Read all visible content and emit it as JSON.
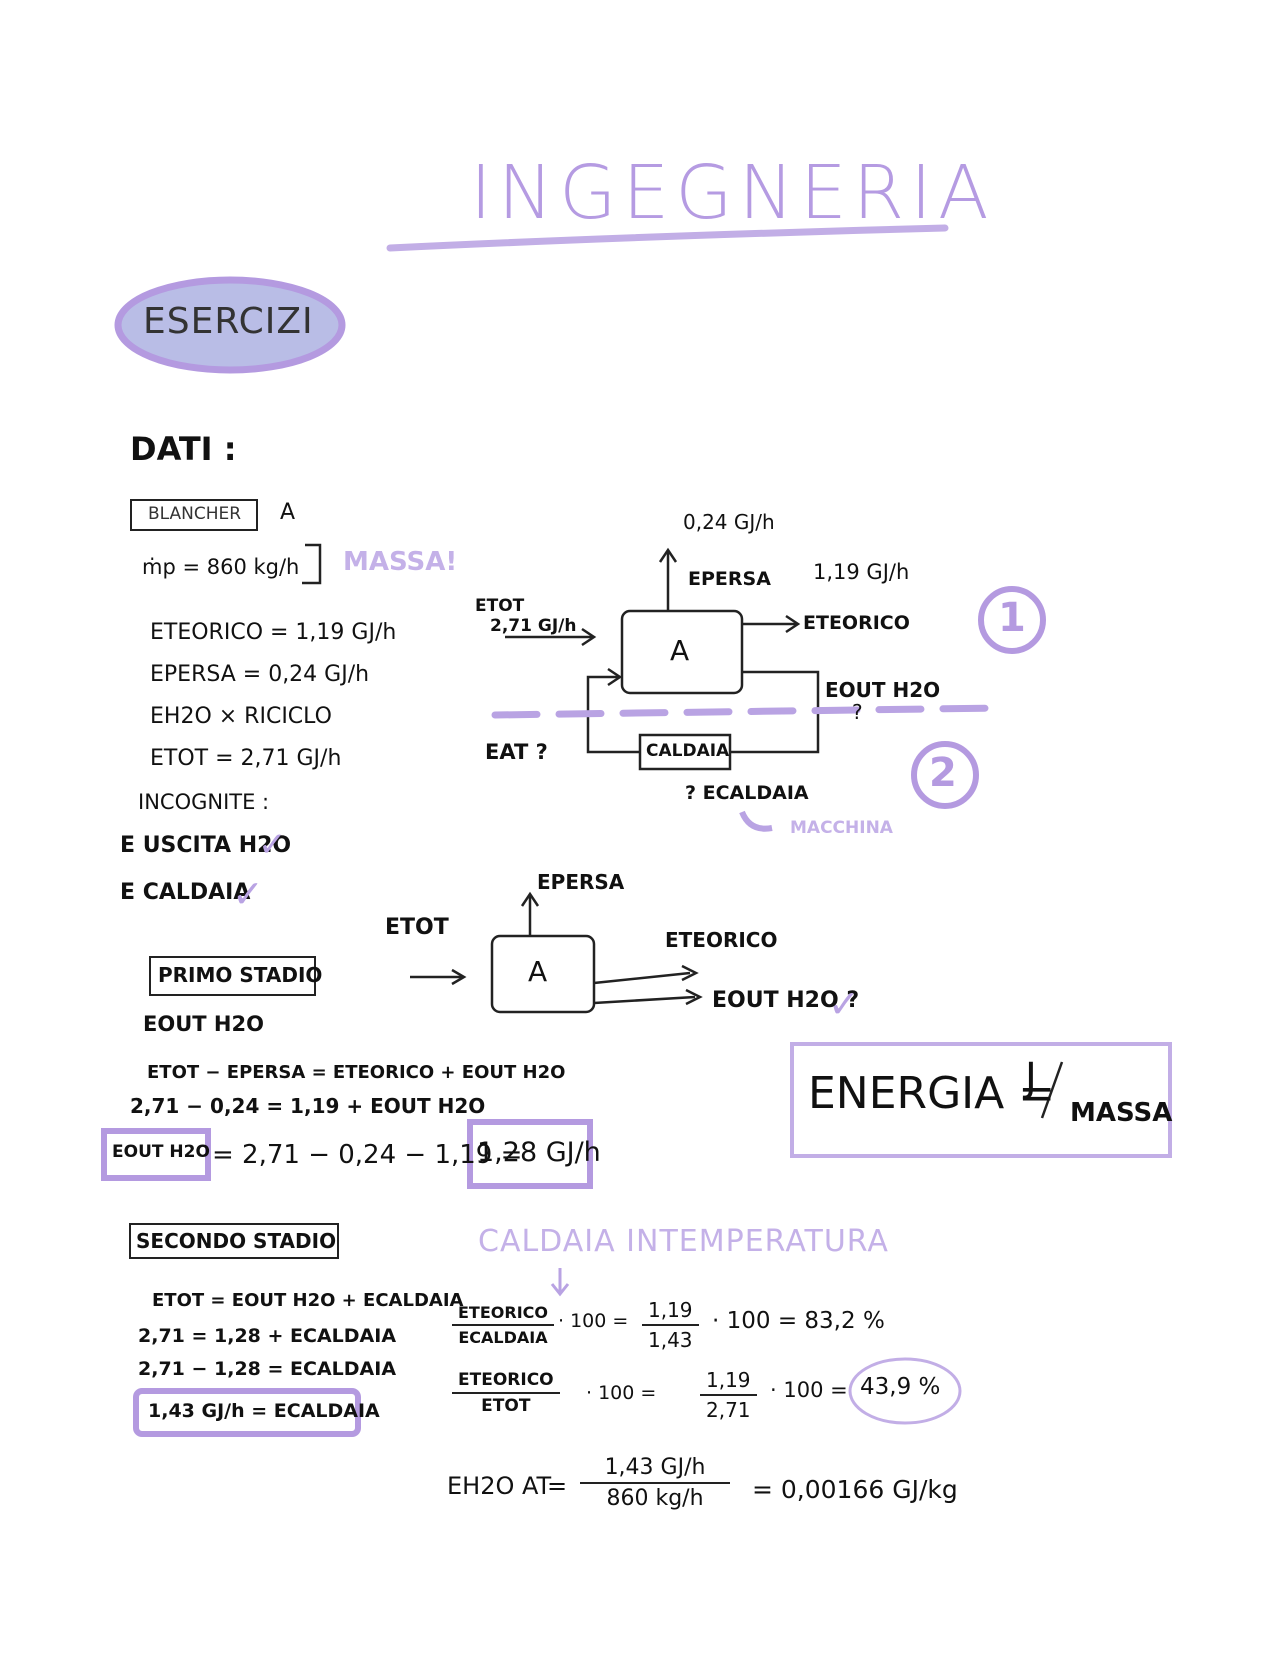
{
  "title": "INGEGNERIA",
  "section_label": "ESERCIZI",
  "dati_label": "DATI :",
  "blancher_box": "BLANCHER",
  "blancher_id": "A",
  "mass_flow": "ṁp = 860 kg/h",
  "mass_note": "MASSA!",
  "given": [
    "ETEORICO = 1,19 GJ/h",
    "EPERSA = 0,24 GJ/h",
    "EH2O × RICICLO",
    "ETOT = 2,71 GJ/h"
  ],
  "unknowns_label": "INCOGNITE :",
  "unknowns": [
    "E USCITA H2O",
    "E CALDAIA"
  ],
  "check_mark": "✓",
  "diagram1": {
    "e_persa_value": "0,24 GJ/h",
    "e_persa_label": "EPERSA",
    "e_teorico_value": "1,19 GJ/h",
    "e_teorico_label": "ETEORICO",
    "e_tot_label": "ETOT",
    "e_tot_value": "2,71 GJ/h",
    "block_label": "A",
    "e_out_label": "EOUT H2O",
    "e_out_q": "?",
    "e_at_label": "EAT ?",
    "caldaia_label": "CALDAIA",
    "e_caldaia_label": "? ECALDAIA",
    "macchina_label": "MACCHINA",
    "stage1_number": "1",
    "stage2_number": "2"
  },
  "diagram2": {
    "e_persa_label": "EPERSA",
    "e_tot_label": "ETOT",
    "block_label": "A",
    "e_teorico_label": "ETEORICO",
    "e_out_label": "EOUT H2O ?"
  },
  "stage1": {
    "heading": "PRIMO STADIO",
    "target": "EOUT H2O",
    "eq1": "ETOT − EPERSA = ETEORICO + EOUT H2O",
    "eq2": "2,71 − 0,24 = 1,19 + EOUT H2O",
    "result_lhs": "EOUT H2O",
    "result_mid": "= 2,71 − 0,24 − 1,19 =",
    "result_value": "1,28 GJ/h"
  },
  "energy_box": {
    "lhs": "ENERGIA =",
    "numerator": "J",
    "denominator": "MASSA"
  },
  "stage2": {
    "heading": "SECONDO STADIO",
    "eq1": "ETOT = EOUT H2O + ECALDAIA",
    "eq2": "2,71 = 1,28 + ECALDAIA",
    "eq3": "2,71 − 1,28 = ECALDAIA",
    "result": "1,43 GJ/h = ECALDAIA"
  },
  "caldaia_note": "CALDAIA INTEMPERATURA",
  "efficiency": {
    "r1_num": "ETEORICO",
    "r1_den": "ECALDAIA",
    "r1_mult": "· 100 =",
    "r1_vnum": "1,19",
    "r1_vden": "1,43",
    "r1_result": "· 100 = 83,2 %",
    "r2_num": "ETEORICO",
    "r2_den": "ETOT",
    "r2_mult": "· 100 =",
    "r2_vnum": "1,19",
    "r2_vden": "2,71",
    "r2_result_pre": "· 100 =",
    "r2_result": "43,9 %"
  },
  "specific": {
    "lhs": "EH2O AT",
    "eq": "=",
    "num": "1,43 GJ/h",
    "den": "860 kg/h",
    "result": "= 0,00166 GJ/kg"
  }
}
